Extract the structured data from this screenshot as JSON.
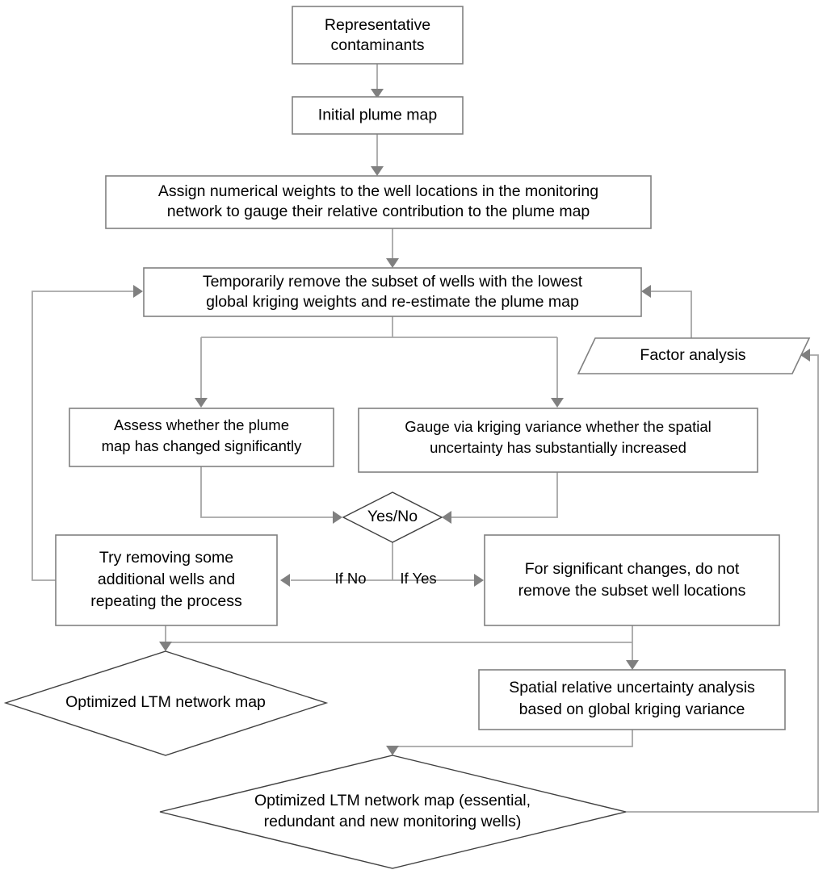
{
  "diagram": {
    "title": "LTM monitoring network optimization flowchart",
    "colors": {
      "node_stroke": "#808080",
      "edge_stroke": "#a6a6a6",
      "arrowhead": "#808080",
      "node_fill": "#ffffff",
      "text": "#000000"
    },
    "nodes": [
      {
        "id": "representative-contaminants",
        "shape": "rectangle",
        "lines": [
          "Representative",
          "contaminants"
        ]
      },
      {
        "id": "initial-plume-map",
        "shape": "rectangle",
        "lines": [
          "Initial plume map"
        ]
      },
      {
        "id": "assign-weights",
        "shape": "rectangle",
        "lines": [
          "Assign numerical weights to the well locations in the monitoring",
          "network to gauge their relative contribution to the plume map"
        ]
      },
      {
        "id": "temporarily-remove",
        "shape": "rectangle",
        "lines": [
          "Temporarily remove the subset of wells with the lowest",
          "global kriging weights and re-estimate the plume map"
        ]
      },
      {
        "id": "factor-analysis",
        "shape": "parallelogram",
        "lines": [
          "Factor analysis"
        ]
      },
      {
        "id": "assess-plume-change",
        "shape": "rectangle",
        "lines": [
          "Assess whether the plume",
          "map has changed significantly"
        ]
      },
      {
        "id": "gauge-kriging-variance",
        "shape": "rectangle",
        "lines": [
          "Gauge via kriging variance whether the spatial",
          "uncertainty has substantially increased"
        ]
      },
      {
        "id": "yes-no-decision",
        "shape": "diamond",
        "lines": [
          "Yes/No"
        ]
      },
      {
        "id": "try-removing-more",
        "shape": "rectangle",
        "lines": [
          "Try removing some",
          "additional wells and",
          "repeating the process"
        ]
      },
      {
        "id": "do-not-remove-subset",
        "shape": "rectangle",
        "lines": [
          "For significant changes, do not",
          "remove the subset well locations"
        ]
      },
      {
        "id": "optimized-ltm-network-map",
        "shape": "diamond",
        "lines": [
          "Optimized LTM network map"
        ]
      },
      {
        "id": "spatial-relative-uncertainty",
        "shape": "rectangle",
        "lines": [
          "Spatial relative uncertainty analysis",
          "based on global kriging variance"
        ]
      },
      {
        "id": "optimized-ltm-network-map-final",
        "shape": "diamond",
        "lines": [
          "Optimized LTM network map (essential,",
          "redundant and new monitoring wells)"
        ]
      }
    ],
    "edge_labels": {
      "if_no": "If No",
      "if_yes": "If Yes"
    }
  }
}
